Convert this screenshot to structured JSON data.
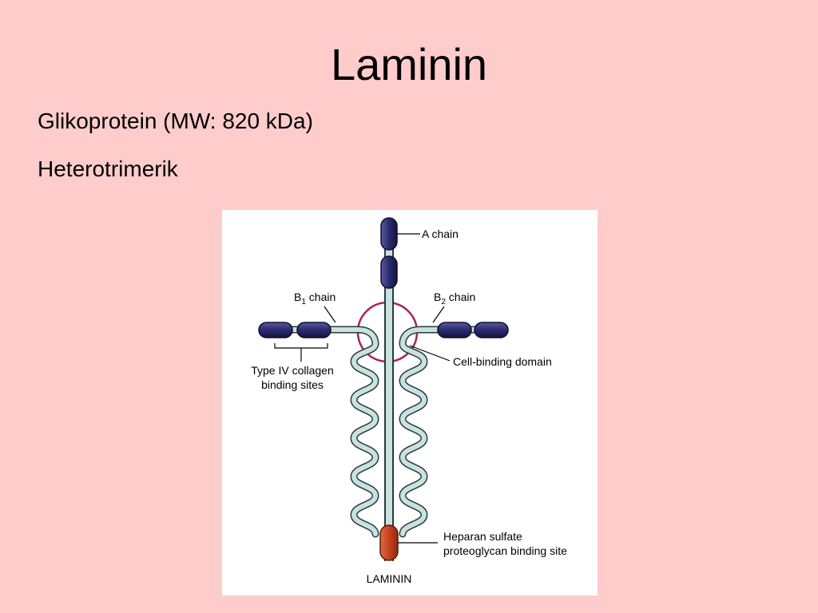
{
  "slide": {
    "title": "Laminin",
    "bullets": [
      "Glikoprotein (MW: 820 kDa)",
      "Heterotrimerik"
    ]
  },
  "diagram": {
    "labels": {
      "a_chain": "A chain",
      "b1_chain_prefix": "B",
      "b1_chain_sub": "1",
      "b1_chain_suffix": " chain",
      "b2_chain_prefix": "B",
      "b2_chain_sub": "2",
      "b2_chain_suffix": " chain",
      "cell_binding": "Cell-binding domain",
      "collagen_line1": "Type IV collagen",
      "collagen_line2": "binding sites",
      "heparan_line1": "Heparan sulfate",
      "heparan_line2": "proteoglycan binding site",
      "caption": "LAMININ"
    },
    "colors": {
      "chain_fill": "#c8e2e2",
      "chain_stroke": "#2a3a3a",
      "globule": "#2b2a6e",
      "heparan_globule": "#c8421f",
      "cell_binding_arc": "#a8245a",
      "background": "#ffcccc"
    }
  }
}
